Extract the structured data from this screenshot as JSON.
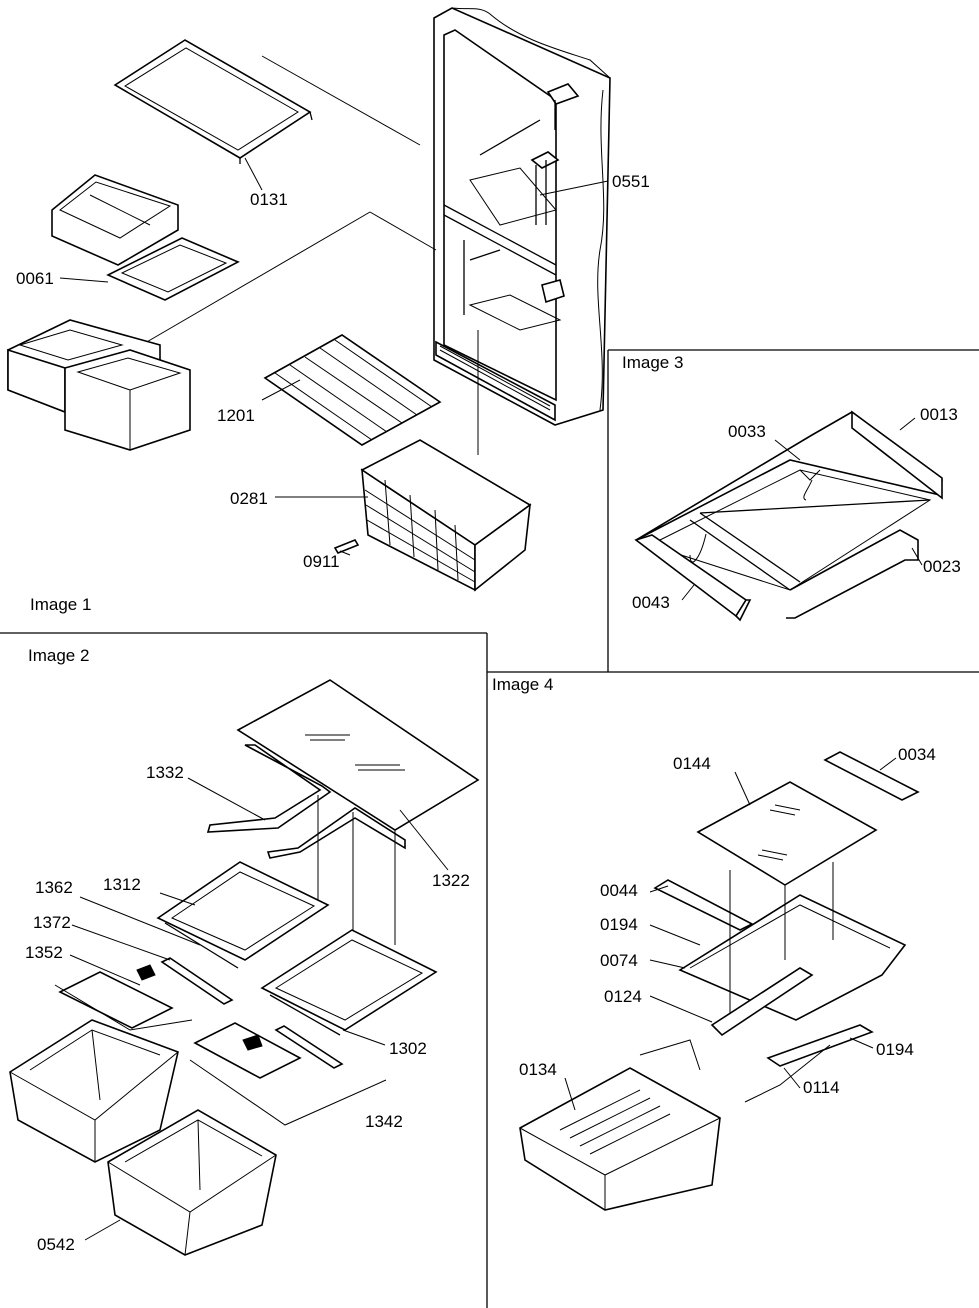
{
  "panels": [
    {
      "id": "image1",
      "title": "Image 1"
    },
    {
      "id": "image2",
      "title": "Image 2"
    },
    {
      "id": "image3",
      "title": "Image 3"
    },
    {
      "id": "image4",
      "title": "Image 4"
    }
  ],
  "callouts": {
    "image1": [
      "0131",
      "0551",
      "0061",
      "1201",
      "0281",
      "0911"
    ],
    "image2": [
      "1332",
      "1322",
      "1362",
      "1312",
      "1372",
      "1352",
      "1302",
      "1342",
      "0542"
    ],
    "image3": [
      "0033",
      "0013",
      "0023",
      "0043"
    ],
    "image4": [
      "0144",
      "0034",
      "0044",
      "0194",
      "0074",
      "0124",
      "0194",
      "0134",
      "0114"
    ]
  }
}
